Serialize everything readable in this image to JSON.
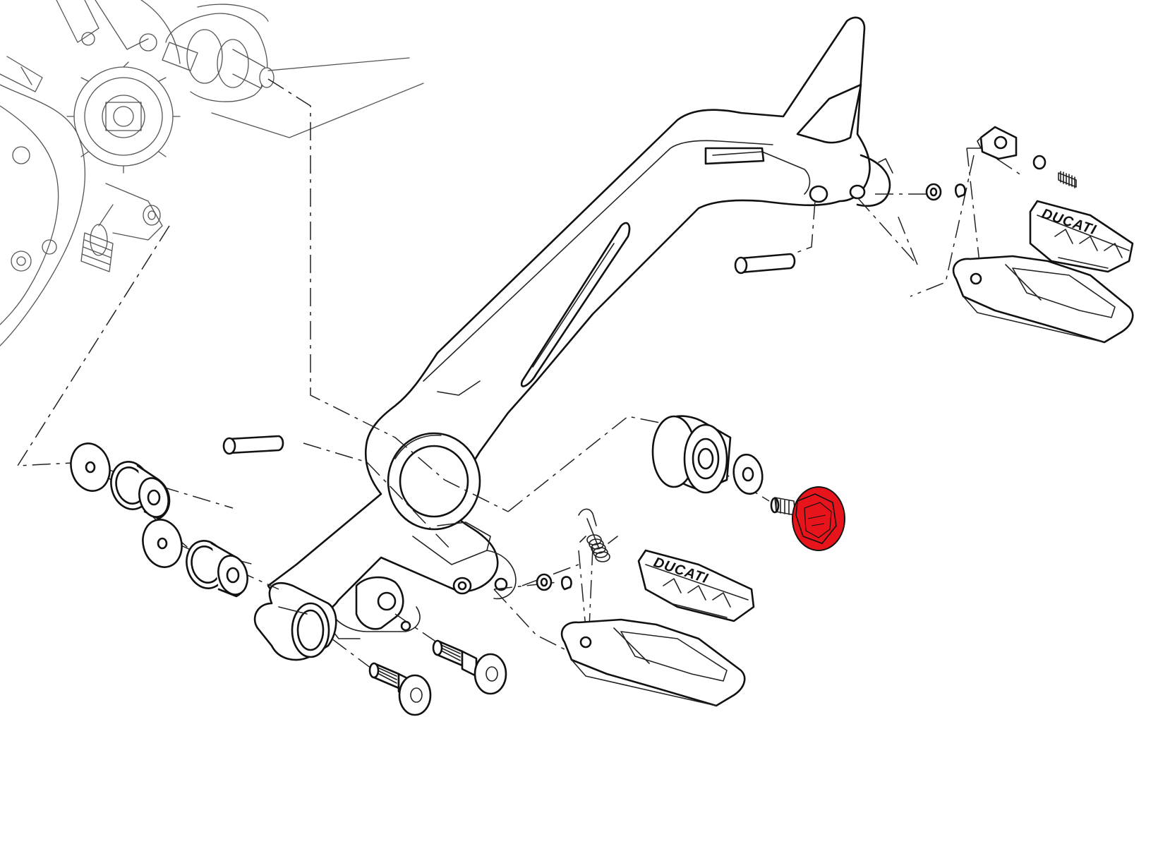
{
  "diagram": {
    "highlight_color": "#e8141b",
    "line_color": "#111111",
    "background": "#ffffff",
    "brand_text_left": "DUCATI",
    "brand_text_right": "DUCATI",
    "highlighted_part": "flanged-hex-bolt"
  }
}
